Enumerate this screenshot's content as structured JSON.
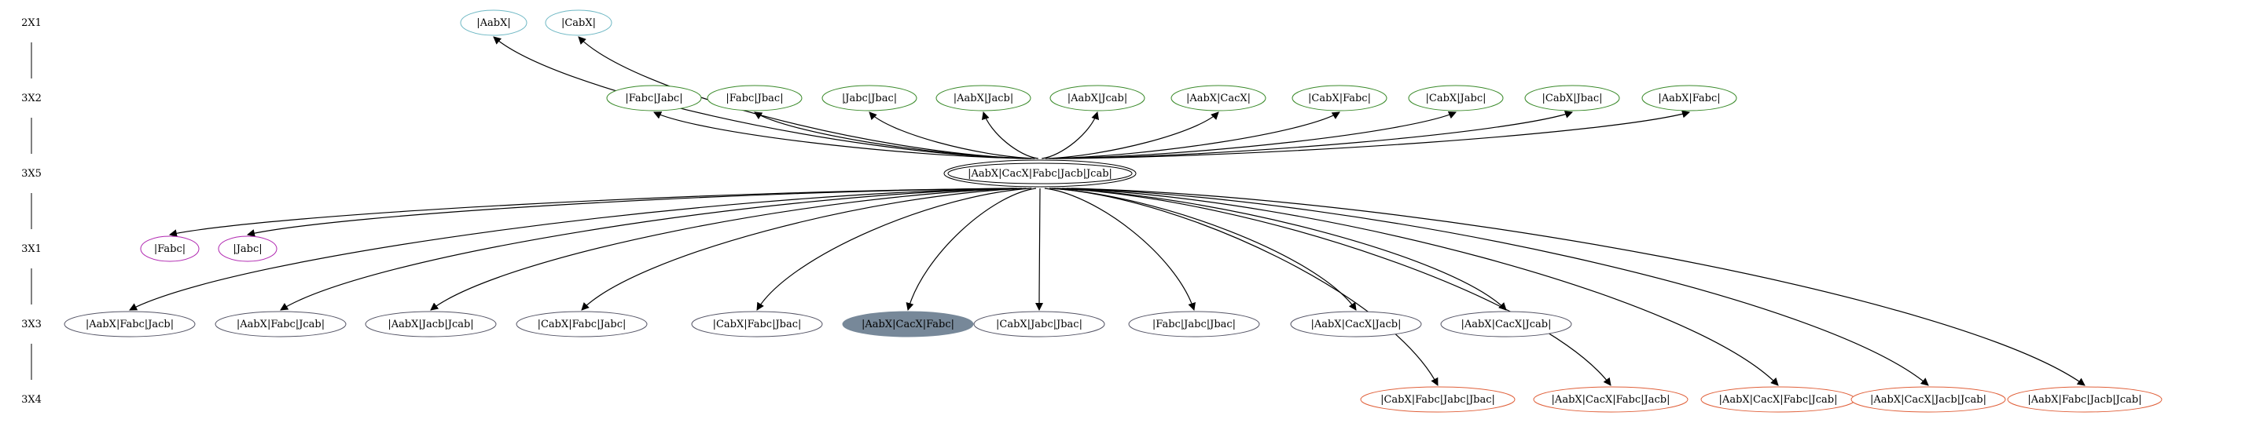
{
  "colors": {
    "edge": "#000000",
    "group_2x1": "#6fb8c4",
    "group_3x2": "#3a8a2a",
    "group_3x5": "#000000",
    "group_3x1": "#b026b0",
    "group_3x3": "#555566",
    "group_3x3_filled": "#778899",
    "group_3x4": "#e0603a"
  },
  "ranks": [
    {
      "id": "2x1",
      "label": "2X1"
    },
    {
      "id": "3x2",
      "label": "3X2"
    },
    {
      "id": "3x5",
      "label": "3X5"
    },
    {
      "id": "3x1",
      "label": "3X1"
    },
    {
      "id": "3x3",
      "label": "3X3"
    },
    {
      "id": "3x4",
      "label": "3X4"
    }
  ],
  "nodes": {
    "root": {
      "label": "|AabX|CacX|Fabc|Jacb|Jcab|",
      "group": "3x5"
    },
    "2x1": [
      {
        "label": "|AabX|"
      },
      {
        "label": "|CabX|"
      }
    ],
    "3x2": [
      {
        "label": "|Fabc|Jabc|"
      },
      {
        "label": "|Fabc|Jbac|"
      },
      {
        "label": "|Jabc|Jbac|"
      },
      {
        "label": "|AabX|Jacb|"
      },
      {
        "label": "|AabX|Jcab|"
      },
      {
        "label": "|AabX|CacX|"
      },
      {
        "label": "|CabX|Fabc|"
      },
      {
        "label": "|CabX|Jabc|"
      },
      {
        "label": "|CabX|Jbac|"
      },
      {
        "label": "|AabX|Fabc|"
      }
    ],
    "3x1": [
      {
        "label": "|Fabc|"
      },
      {
        "label": "|Jabc|"
      }
    ],
    "3x3": [
      {
        "label": "|AabX|Fabc|Jacb|"
      },
      {
        "label": "|AabX|Fabc|Jcab|"
      },
      {
        "label": "|AabX|Jacb|Jcab|"
      },
      {
        "label": "|CabX|Fabc|Jabc|"
      },
      {
        "label": "|CabX|Fabc|Jbac|"
      },
      {
        "label": "|AabX|CacX|Fabc|",
        "filled": true
      },
      {
        "label": "|CabX|Jabc|Jbac|"
      },
      {
        "label": "|Fabc|Jabc|Jbac|"
      },
      {
        "label": "|AabX|CacX|Jacb|"
      },
      {
        "label": "|AabX|CacX|Jcab|"
      }
    ],
    "3x4": [
      {
        "label": "|CabX|Fabc|Jabc|Jbac|"
      },
      {
        "label": "|AabX|CacX|Fabc|Jacb|"
      },
      {
        "label": "|AabX|CacX|Fabc|Jcab|"
      },
      {
        "label": "|AabX|CacX|Jacb|Jcab|"
      },
      {
        "label": "|AabX|Fabc|Jacb|Jcab|"
      }
    ]
  }
}
